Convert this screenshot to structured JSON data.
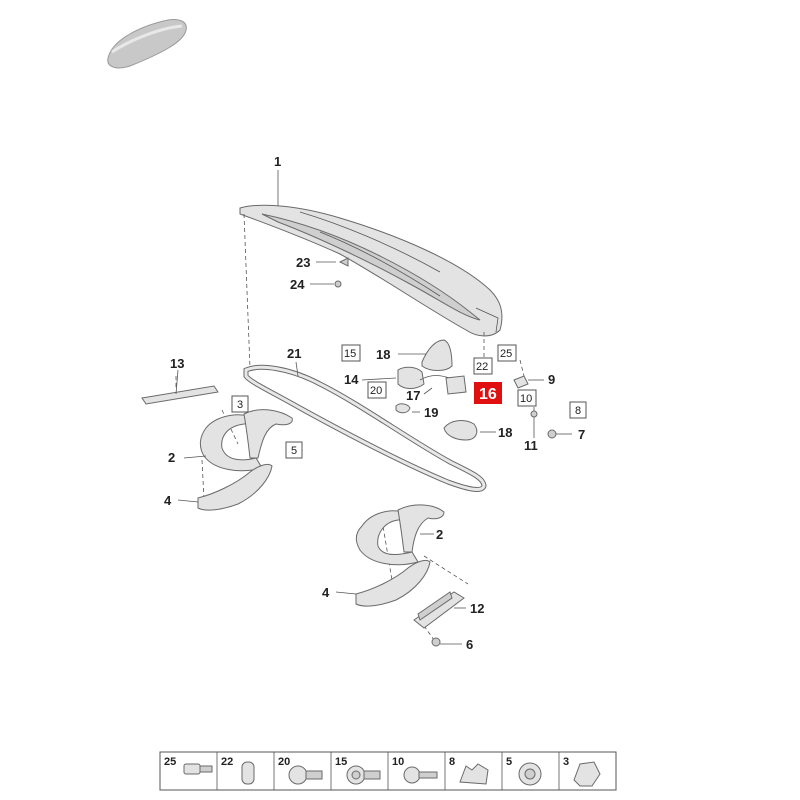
{
  "callouts": {
    "c1": "1",
    "c2a": "2",
    "c2b": "2",
    "c4a": "4",
    "c4b": "4",
    "c6": "6",
    "c7": "7",
    "c9": "9",
    "c11": "11",
    "c12": "12",
    "c13": "13",
    "c14": "14",
    "c17": "17",
    "c18a": "18",
    "c18b": "18",
    "c19": "19",
    "c21": "21",
    "c23": "23",
    "c24": "24"
  },
  "boxed": {
    "b3": "3",
    "b5": "5",
    "b8": "8",
    "b10": "10",
    "b15": "15",
    "b20": "20",
    "b22": "22",
    "b25": "25"
  },
  "highlight": {
    "label": "16",
    "color": "#e01010"
  },
  "strip": {
    "cells": [
      {
        "label": "25",
        "icon": "screw-icon"
      },
      {
        "label": "22",
        "icon": "clip-icon"
      },
      {
        "label": "20",
        "icon": "bolt-icon"
      },
      {
        "label": "15",
        "icon": "torx-bolt-icon"
      },
      {
        "label": "10",
        "icon": "screw-icon"
      },
      {
        "label": "8",
        "icon": "clip-nut-icon"
      },
      {
        "label": "5",
        "icon": "nut-icon"
      },
      {
        "label": "3",
        "icon": "rivet-icon"
      }
    ]
  }
}
